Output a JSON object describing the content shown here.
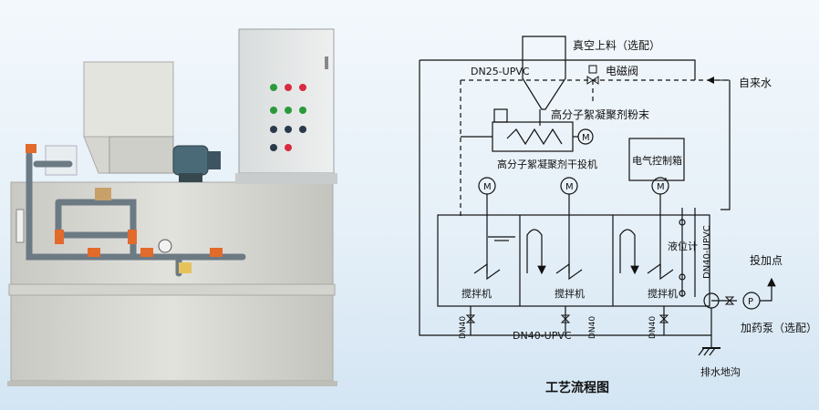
{
  "diagram": {
    "title": "工艺流程图",
    "labels": {
      "vacuum_feed": "真空上料（选配）",
      "pipe_dn25": "DN25-UPVC",
      "solenoid_valve": "电磁阀",
      "tap_water": "自来水",
      "polymer_powder": "高分子絮凝聚剂粉末",
      "dry_feeder": "高分子絮凝聚剂干投机",
      "control_box": "电气控制箱",
      "level_meter": "液位计",
      "pipe_dn40_vertical": "DN40-UPVC",
      "mixer_1": "搅拌机",
      "mixer_2": "搅拌机",
      "mixer_3": "搅拌机",
      "pipe_dn40_bottom": "DN40-UPVC",
      "valve_dn40_1": "DN40",
      "valve_dn40_2": "DN40",
      "valve_dn40_3": "DN40",
      "dosing_point": "投加点",
      "dosing_pump": "加药泵（选配）",
      "drain": "排水地沟",
      "motor_symbol": "M",
      "pump_symbol": "P"
    }
  }
}
